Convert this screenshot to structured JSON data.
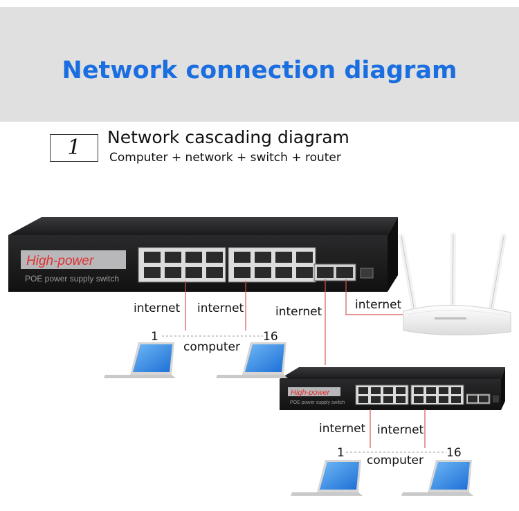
{
  "header": {
    "title": "Network connection diagram"
  },
  "section": {
    "number": "1",
    "title": "Network cascading diagram",
    "subtitle": "Computer + network + switch + router"
  },
  "switch_main": {
    "brand": "High-power",
    "model": "POE power supply switch"
  },
  "switch_secondary": {
    "brand": "High-power",
    "model": "POE power supply switch"
  },
  "labels": {
    "internet_1": "internet",
    "internet_2": "internet",
    "internet_3": "internet",
    "internet_4": "internet",
    "internet_5": "internet",
    "internet_6": "internet",
    "computer_top": "computer",
    "computer_bottom": "computer",
    "first_top": "1",
    "last_top": "16",
    "first_bottom": "1",
    "last_bottom": "16"
  },
  "colors": {
    "title": "#1a6ee0",
    "cable": "#d9534f",
    "switch_body": "#1c1c1e",
    "brand_text": "#e03030"
  }
}
